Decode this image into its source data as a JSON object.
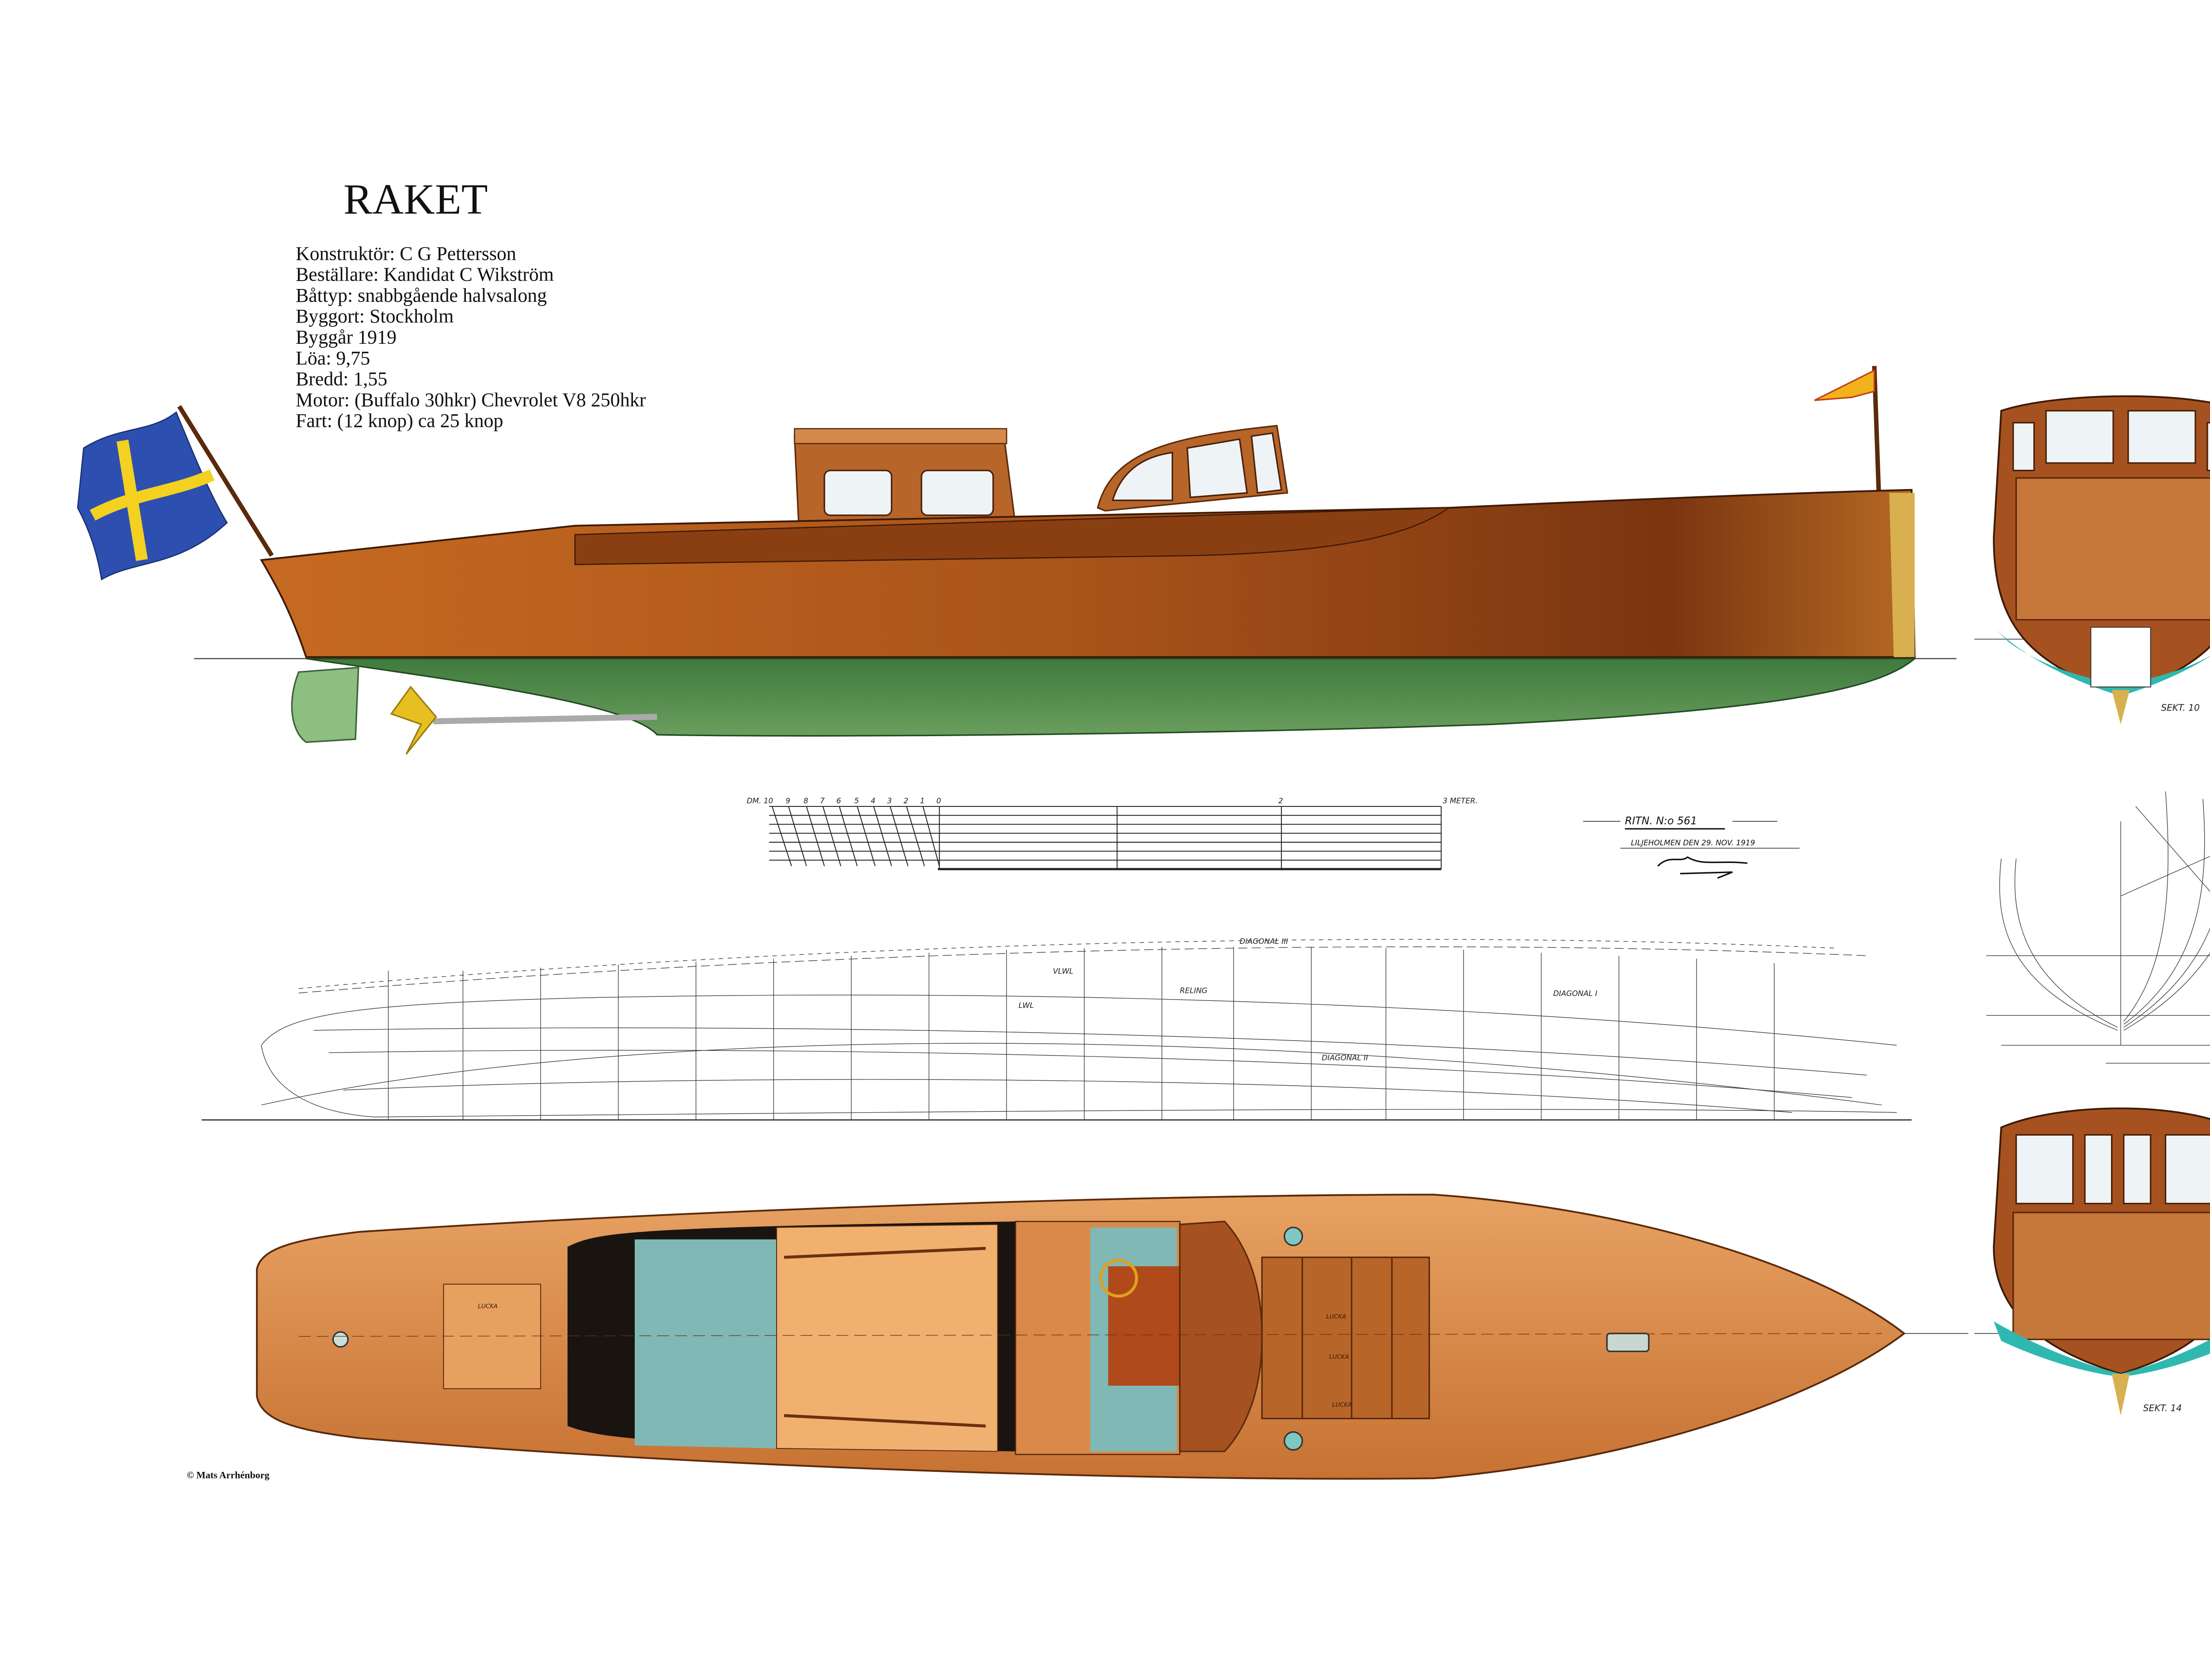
{
  "title": "RAKET",
  "specs": [
    "Konstruktör: C G Pettersson",
    "Beställare: Kandidat C Wikström",
    "Båttyp: snabbgående halvsalong",
    "Byggort: Stockholm",
    "Byggår 1919",
    "Löa: 9,75",
    "Bredd: 1,55",
    "Motor: (Buffalo 30hkr) Chevrolet V8  250hkr",
    "Fart: (12 knop)  ca 25 knop"
  ],
  "drawing": {
    "number": "RITN. N:o 561",
    "place_date": "LILJEHOLMEN DEN 29. NOV. 1919",
    "signature": "C G Pettersson",
    "scale_labels": [
      "DM. 10",
      "9",
      "8",
      "7",
      "6",
      "5",
      "4",
      "3",
      "2",
      "1",
      "0",
      "2",
      "3 METER."
    ],
    "section_front": "SEKT. 10",
    "section_rear": "SEKT. 14",
    "lines_labels": [
      "DIAGONAL III",
      "DIAGONAL II",
      "VLWL",
      "LWL",
      "RELING",
      "DIAGONAL I"
    ],
    "deck_labels": [
      "LUCKA",
      "LUCKA",
      "LUCKA",
      "LUCKA"
    ]
  },
  "copyright": "© Mats Arrhénborg",
  "colors": {
    "hull_wood": "#a9531a",
    "deck_wood": "#d98a4a",
    "bottom_green": "#4f8a4c",
    "flag_blue": "#2d4fb0",
    "flag_yellow": "#f4d020",
    "interior_teal": "#7fb8b4"
  }
}
